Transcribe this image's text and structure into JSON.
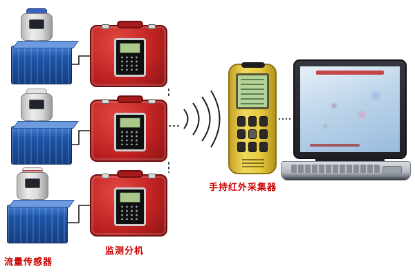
{
  "labels": {
    "flow_sensor": "流量传感器",
    "monitor_unit": "监测分机",
    "handheld_collector": "手持红外采集器"
  },
  "colors": {
    "label_text": "#cc0000",
    "case_red": "#c22323",
    "sensor_blue": "#1d55a8",
    "handheld_yellow": "#e6c93d",
    "lcd_green": "#a9c98c",
    "laptop_screen_blue": "#bdd5ea",
    "connection_line": "#1a1a1a"
  },
  "components": {
    "flow_sensor_count": 3,
    "monitor_unit_count": 3
  }
}
